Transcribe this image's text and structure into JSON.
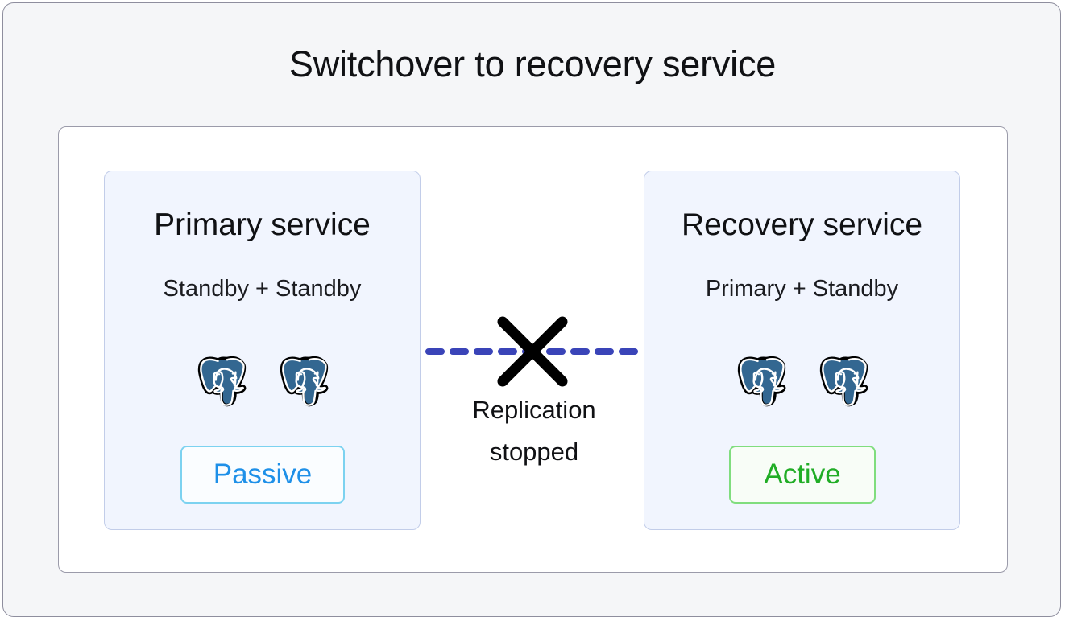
{
  "diagram": {
    "title": "Switchover to recovery service",
    "type": "architecture-diagram"
  },
  "colors": {
    "page_background": "#ffffff",
    "frame_background": "#f5f6f8",
    "frame_border": "#8e8e9e",
    "panel_background": "#ffffff",
    "panel_border": "#9b9baa",
    "card_background": "#f1f5fe",
    "card_border": "#c2cde9",
    "replication_line": "#3a44b8",
    "cross_mark": "#000000",
    "passive_accent": "#1e90e8",
    "passive_border": "#7cd2f0",
    "active_accent": "#21ad26",
    "active_border": "#80dd7e",
    "postgres_blue": "#336791",
    "text": "#101114"
  },
  "services": [
    {
      "id": "primary-service",
      "title": "Primary service",
      "subtitle": "Standby + Standby",
      "nodes": [
        {
          "icon": "postgresql-elephant-icon",
          "role": "Standby"
        },
        {
          "icon": "postgresql-elephant-icon",
          "role": "Standby"
        }
      ],
      "node_count": 2,
      "status": "Passive"
    },
    {
      "id": "recovery-service",
      "title": "Recovery service",
      "subtitle": "Primary + Standby",
      "nodes": [
        {
          "icon": "postgresql-elephant-icon",
          "role": "Primary"
        },
        {
          "icon": "postgresql-elephant-icon",
          "role": "Standby"
        }
      ],
      "node_count": 2,
      "status": "Active"
    }
  ],
  "replication": {
    "line_style": "dashed",
    "state": "stopped",
    "cross_icon": "x-cross-icon",
    "caption_line1": "Replication",
    "caption_line2": "stopped"
  }
}
